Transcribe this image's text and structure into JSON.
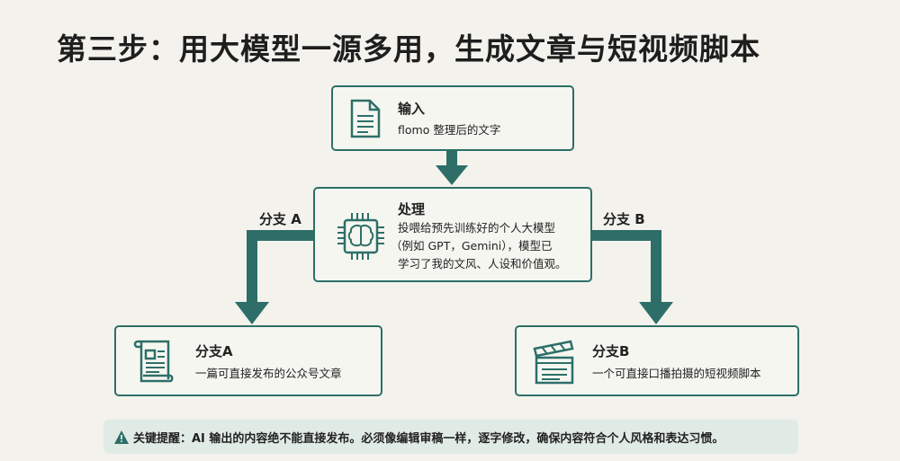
{
  "title": "第三步：用大模型一源多用，生成文章与短视频脚本",
  "input": {
    "heading": "输入",
    "text": "flomo 整理后的文字"
  },
  "process": {
    "heading": "处理",
    "lines": [
      "投喂给预先训练好的个人大模型",
      "（例如 GPT，Gemini），模型已",
      "学习了我的文风、人设和价值观。"
    ]
  },
  "branch_a": {
    "label": "分支 A",
    "heading": "分支A",
    "text": "一篇可直接发布的公众号文章"
  },
  "branch_b": {
    "label": "分支 B",
    "heading": "分支B",
    "text": "一个可直接口播拍摄的短视频脚本"
  },
  "note": {
    "text": "关键提醒：AI 输出的内容绝不能直接发布。必须像编辑审稿一样，逐字修改，确保内容符合个人风格和表达习惯。"
  },
  "colors": {
    "accent": "#2d6f68",
    "background": "#f3f2ec"
  }
}
